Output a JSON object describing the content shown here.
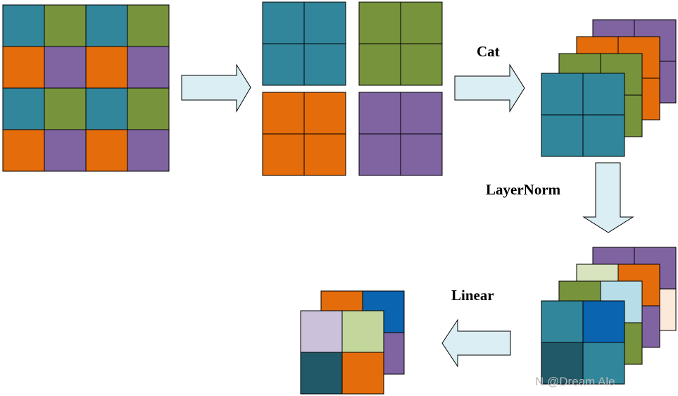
{
  "colors": {
    "teal": "#31869b",
    "green": "#77933c",
    "orange": "#e46c0a",
    "purple": "#8064a2",
    "light_green": "#d7e4bd",
    "light_blue": "#b7dde8",
    "peach": "#fde9d9",
    "blue": "#0a64b0",
    "dark_teal": "#215968",
    "lavender": "#ccc1da",
    "sage": "#c3d69b",
    "arrow_fill": "#dbeef4",
    "outline": "#000000"
  },
  "labels": {
    "cat": "Cat",
    "layernorm": "LayerNorm",
    "linear": "Linear"
  },
  "watermark": "N @Dream Ale"
}
